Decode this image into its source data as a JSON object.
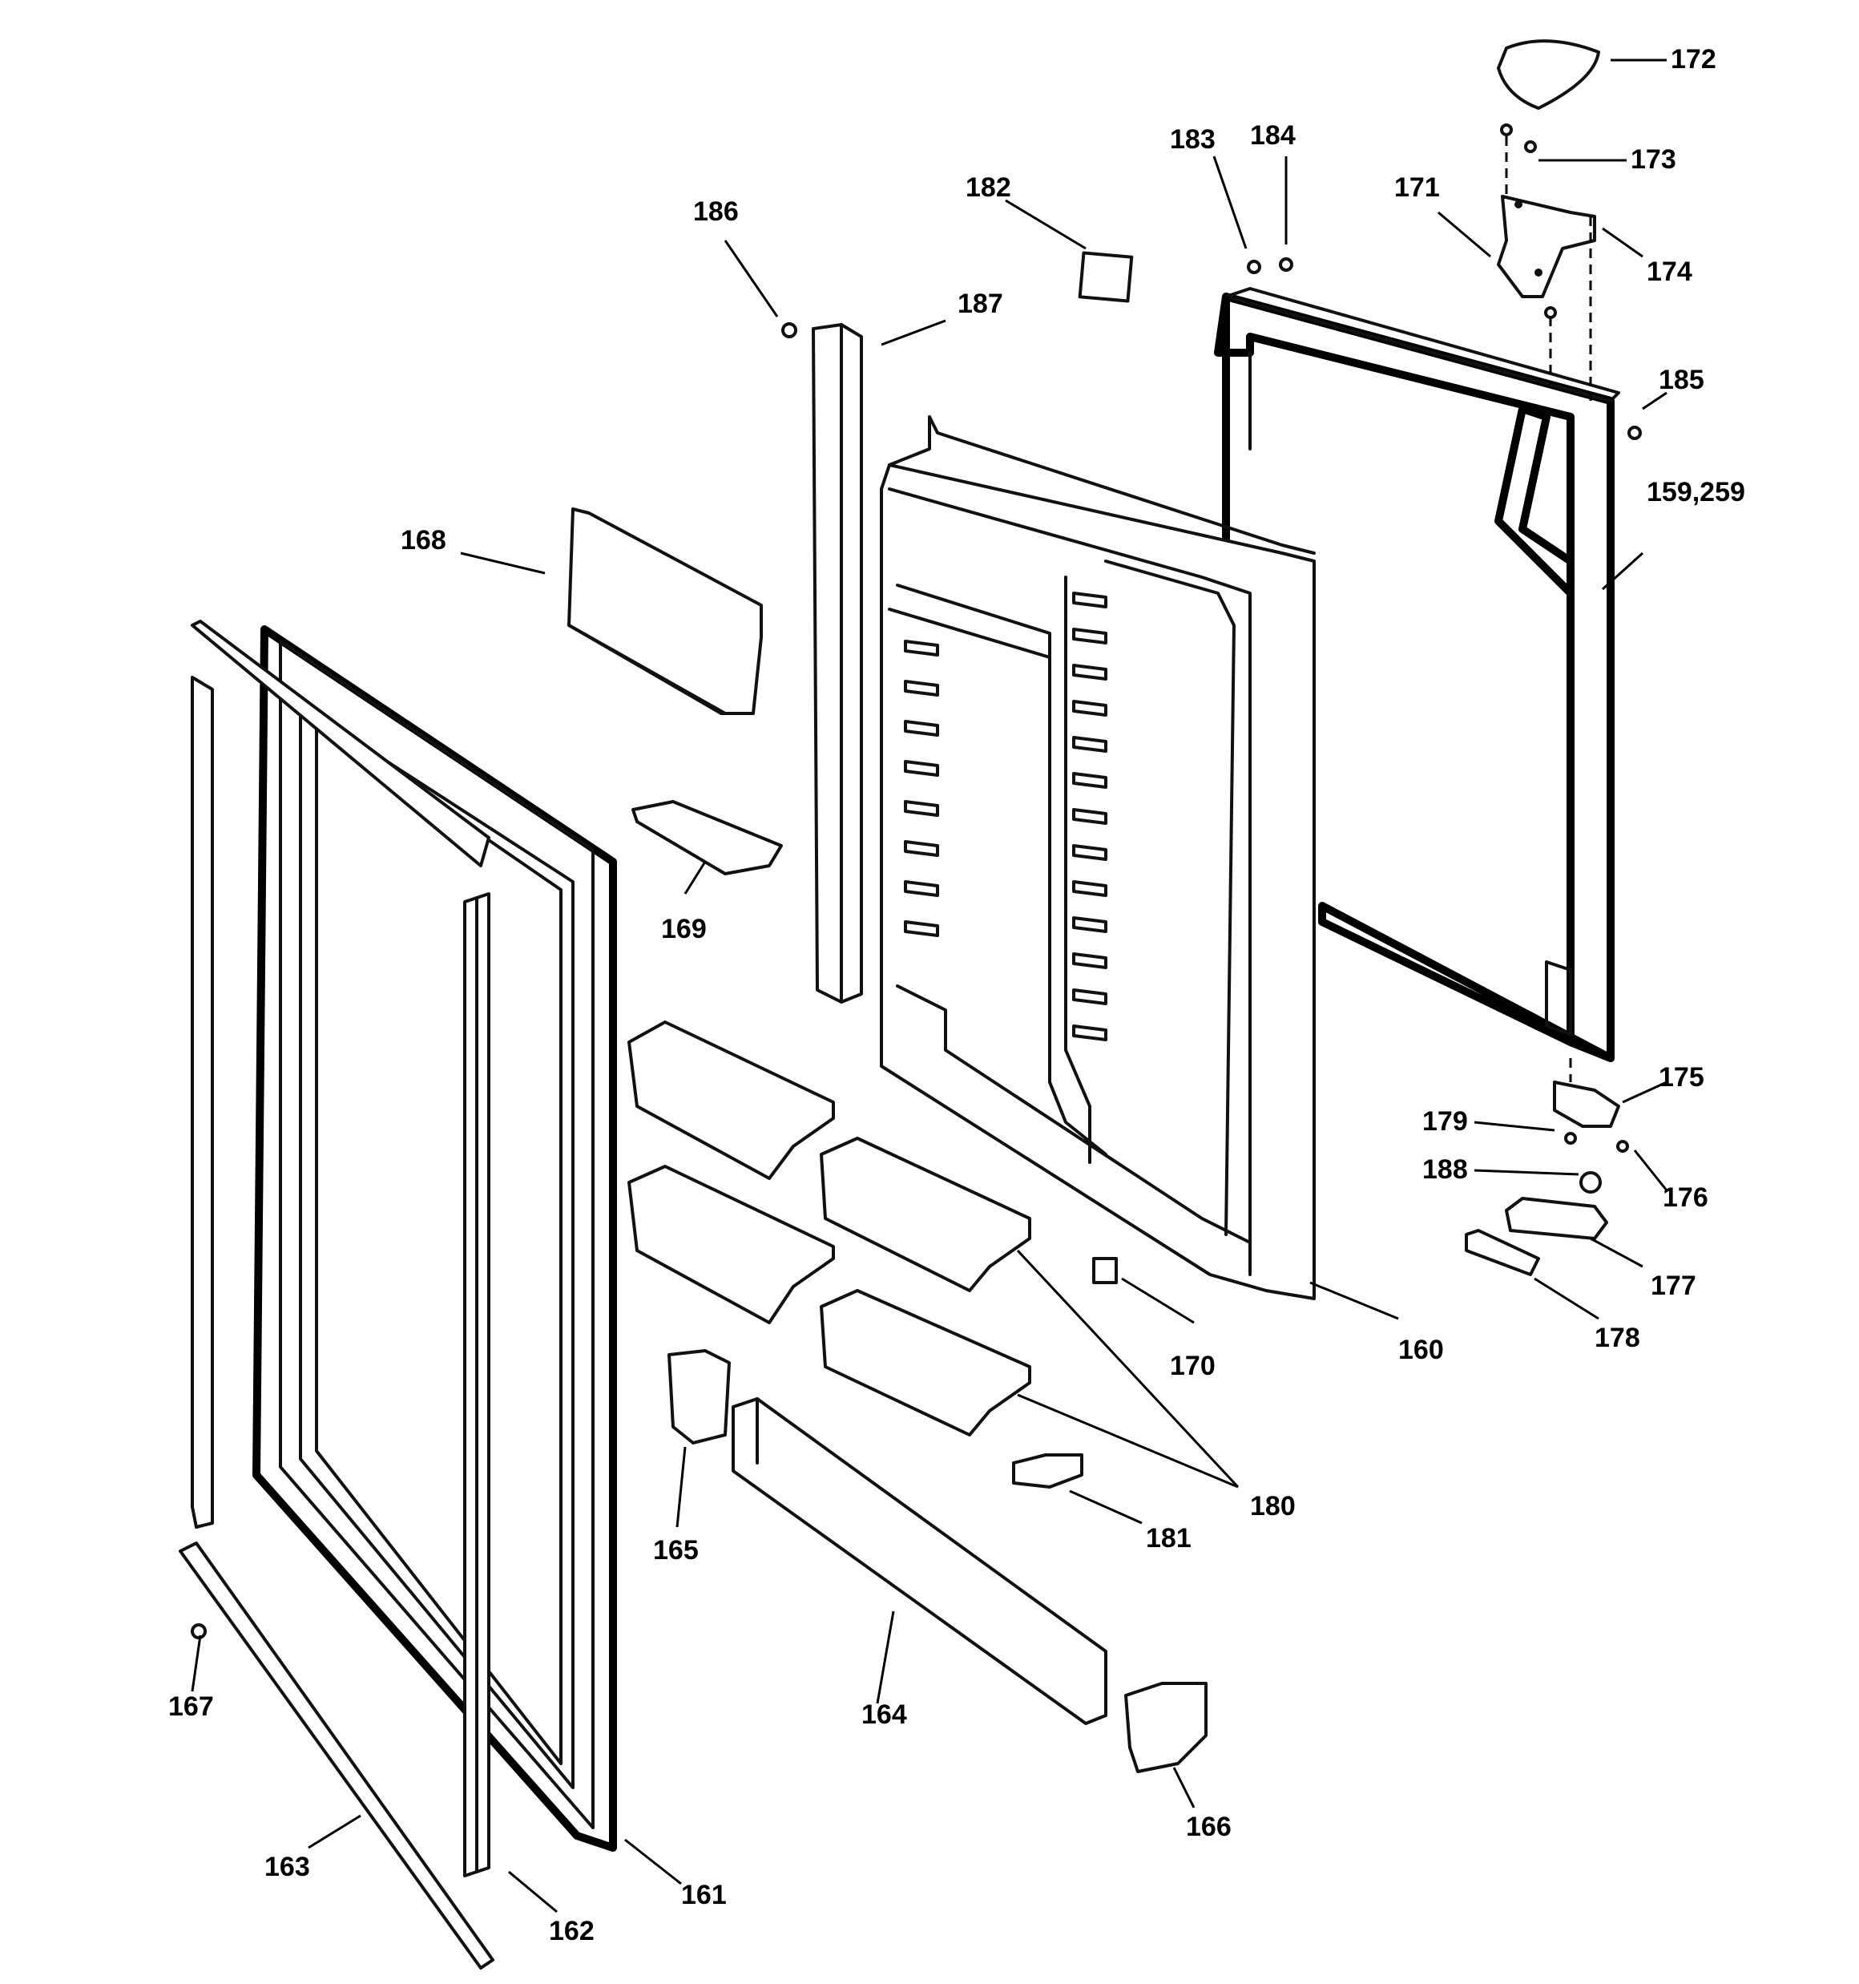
{
  "diagram": {
    "callouts": {
      "c159": "159,259",
      "c160": "160",
      "c161": "161",
      "c162": "162",
      "c163": "163",
      "c164": "164",
      "c165": "165",
      "c166": "166",
      "c167": "167",
      "c168": "168",
      "c169": "169",
      "c170": "170",
      "c171": "171",
      "c172": "172",
      "c173": "173",
      "c174": "174",
      "c175": "175",
      "c176": "176",
      "c177": "177",
      "c178": "178",
      "c179": "179",
      "c180": "180",
      "c181": "181",
      "c182": "182",
      "c183": "183",
      "c184": "184",
      "c185": "185",
      "c186": "186",
      "c187": "187",
      "c188": "188"
    }
  }
}
